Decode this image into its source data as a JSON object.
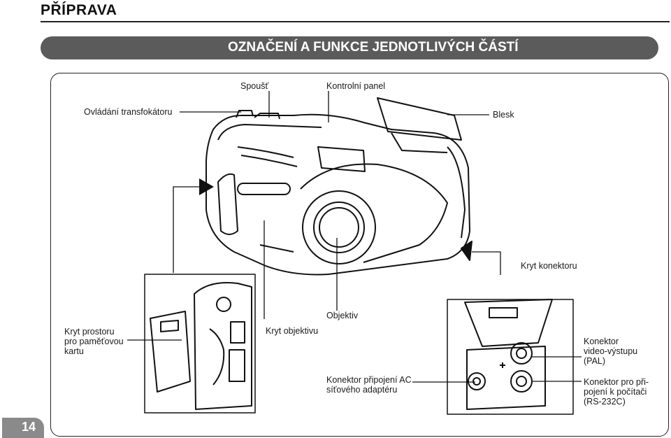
{
  "header": {
    "title": "PŘÍPRAVA"
  },
  "banner": {
    "title": "OZNAČENÍ A FUNKCE JEDNOTLIVÝCH ČÁSTÍ"
  },
  "labels": {
    "shutter": "Spoušť",
    "control_panel": "Kontrolní panel",
    "zoom_control": "Ovládání transfokátoru",
    "flash": "Blesk",
    "connector_cover": "Kryt konektoru",
    "card_cover": [
      "Kryt prostoru",
      "pro paměťovou",
      "kartu"
    ],
    "lens_cover": "Kryt objektivu",
    "lens": "Objektiv",
    "ac_connector": [
      "Konektor připojení AC",
      "síťového adaptéru"
    ],
    "video_connector": [
      "Konektor",
      "video-výstupu",
      "(PAL)"
    ],
    "pc_connector": [
      "Konektor pro při-",
      "pojení k počítači",
      "(RS-232C)"
    ]
  },
  "footer": {
    "page_number": "14"
  }
}
